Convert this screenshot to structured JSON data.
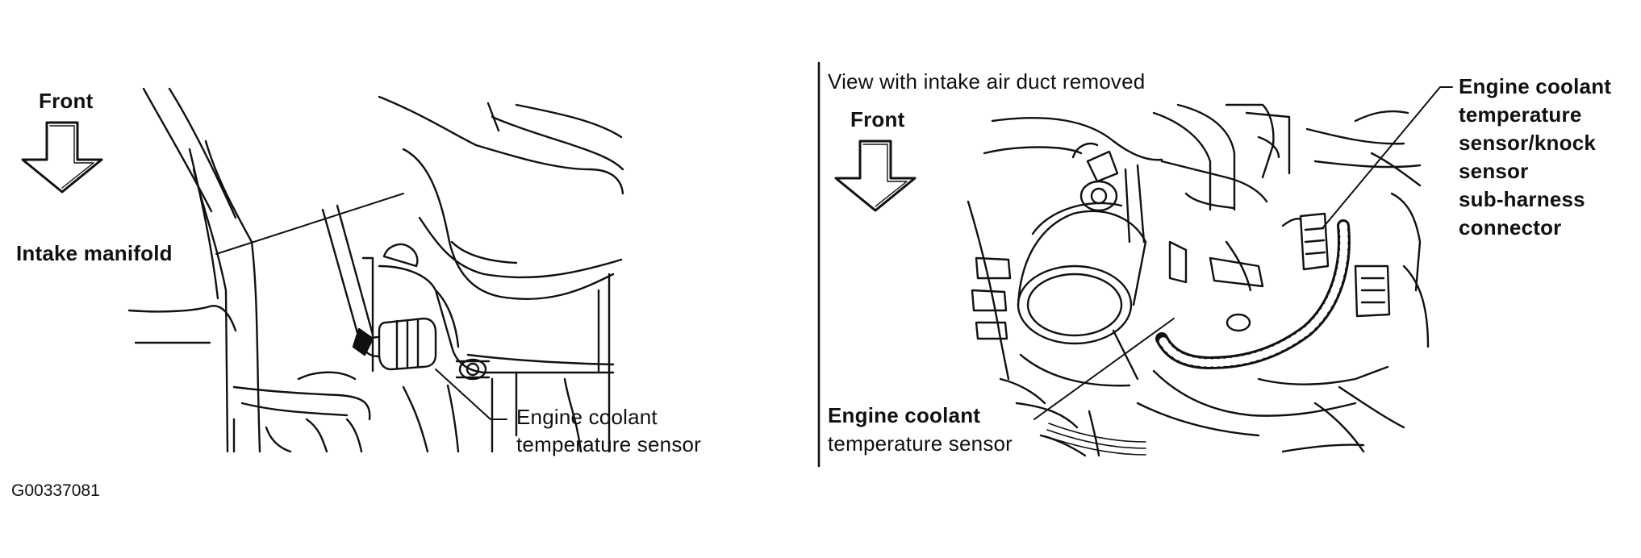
{
  "left_panel": {
    "front_label": "Front",
    "intake_label": "Intake manifold",
    "sensor_label_line1": "Engine coolant",
    "sensor_label_line2": "temperature sensor"
  },
  "right_panel": {
    "view_caption": "View with intake air duct removed",
    "front_label": "Front",
    "connector_label_lines": [
      "Engine coolant",
      "temperature",
      "sensor/knock",
      "sensor",
      "sub-harness",
      "connector"
    ],
    "sensor_label_line1": "Engine coolant",
    "sensor_label_line2": "temperature sensor"
  },
  "figure_id": "G00337081"
}
